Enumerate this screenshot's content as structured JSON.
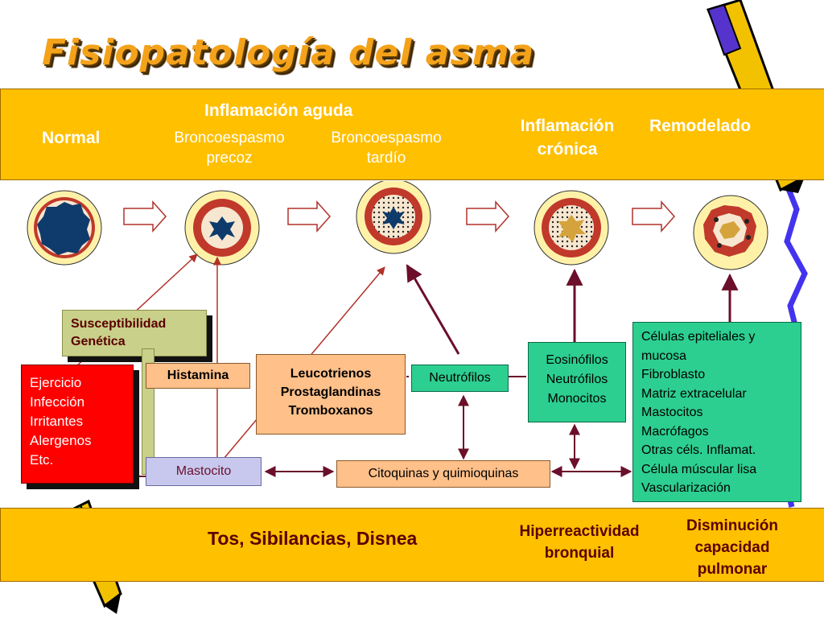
{
  "title": "Fisiopatología del asma",
  "stages": {
    "normal": "Normal",
    "acute": "Inflamación aguda",
    "early_1": "Broncoespasmo",
    "early_2": "precoz",
    "late_1": "Broncoespasmo",
    "late_2": "tardío",
    "chronic_1": "Inflamación",
    "chronic_2": "crónica",
    "remodel": "Remodelado"
  },
  "boxes": {
    "genetics": [
      "Susceptibilidad",
      "Genética"
    ],
    "triggers": [
      "Ejercicio",
      "Infección",
      "Irritantes",
      "Alergenos",
      "Etc."
    ],
    "histamine": "Histamina",
    "mastocyte": "Mastocito",
    "mediators": [
      "Leucotrienos",
      "Prostaglandinas",
      "Tromboxanos"
    ],
    "neutrophils": "Neutrófilos",
    "cytokines": "Citoquinas y quimioquinas",
    "inflam_cells": [
      "Eosinófilos",
      "Neutrófilos",
      "Monocitos"
    ],
    "remodel_cells": [
      "Células epiteliales y",
      "mucosa",
      "Fibroblasto",
      "Matriz extracelular",
      "Mastocitos",
      "Macrófagos",
      "Otras céls. Inflamat.",
      "Célula múscular lisa",
      "Vascularización"
    ]
  },
  "outcomes": {
    "symptoms": "Tos, Sibilancias, Disnea",
    "hyper_1": "Hiperreactividad",
    "hyper_2": "bronquial",
    "capacity_1": "Disminución",
    "capacity_2": "capacidad",
    "capacity_3": "pulmonar"
  },
  "colors": {
    "band": "#ffc000",
    "title": "#f4a21a",
    "arrow": "#6b0f2a",
    "triggers_box": "#ff0000",
    "genetics_box": "#c9d08a",
    "mediators_box": "#ffc08a",
    "mastocyte_box": "#c8c8ee",
    "cells_box": "#2ccf8f"
  }
}
